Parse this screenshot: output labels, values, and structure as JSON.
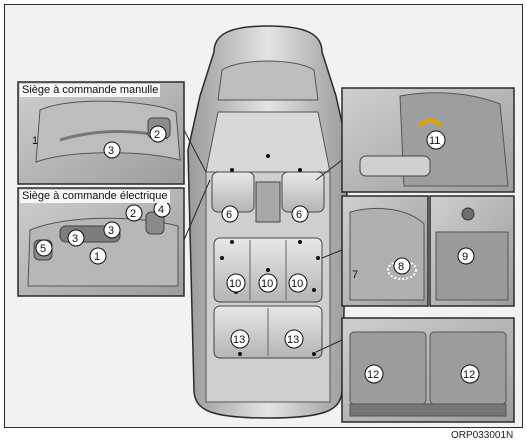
{
  "insets": {
    "manual_seat_label": "Siège à commande manulle",
    "power_seat_label": "Siège à commande électrique"
  },
  "callouts": {
    "n1": "1",
    "n2": "2",
    "n3": "3",
    "n4": "4",
    "n5": "5",
    "n6": "6",
    "n7": "7",
    "n8": "8",
    "n9": "9",
    "n10": "10",
    "n11": "11",
    "n12": "12",
    "n13": "13"
  },
  "figure_code": "ORP033001N",
  "colors": {
    "panel": "#d9d9d9",
    "seat": "#c6c6c6",
    "seat_dark": "#8e8e8e",
    "outline": "#2b2b2b"
  }
}
